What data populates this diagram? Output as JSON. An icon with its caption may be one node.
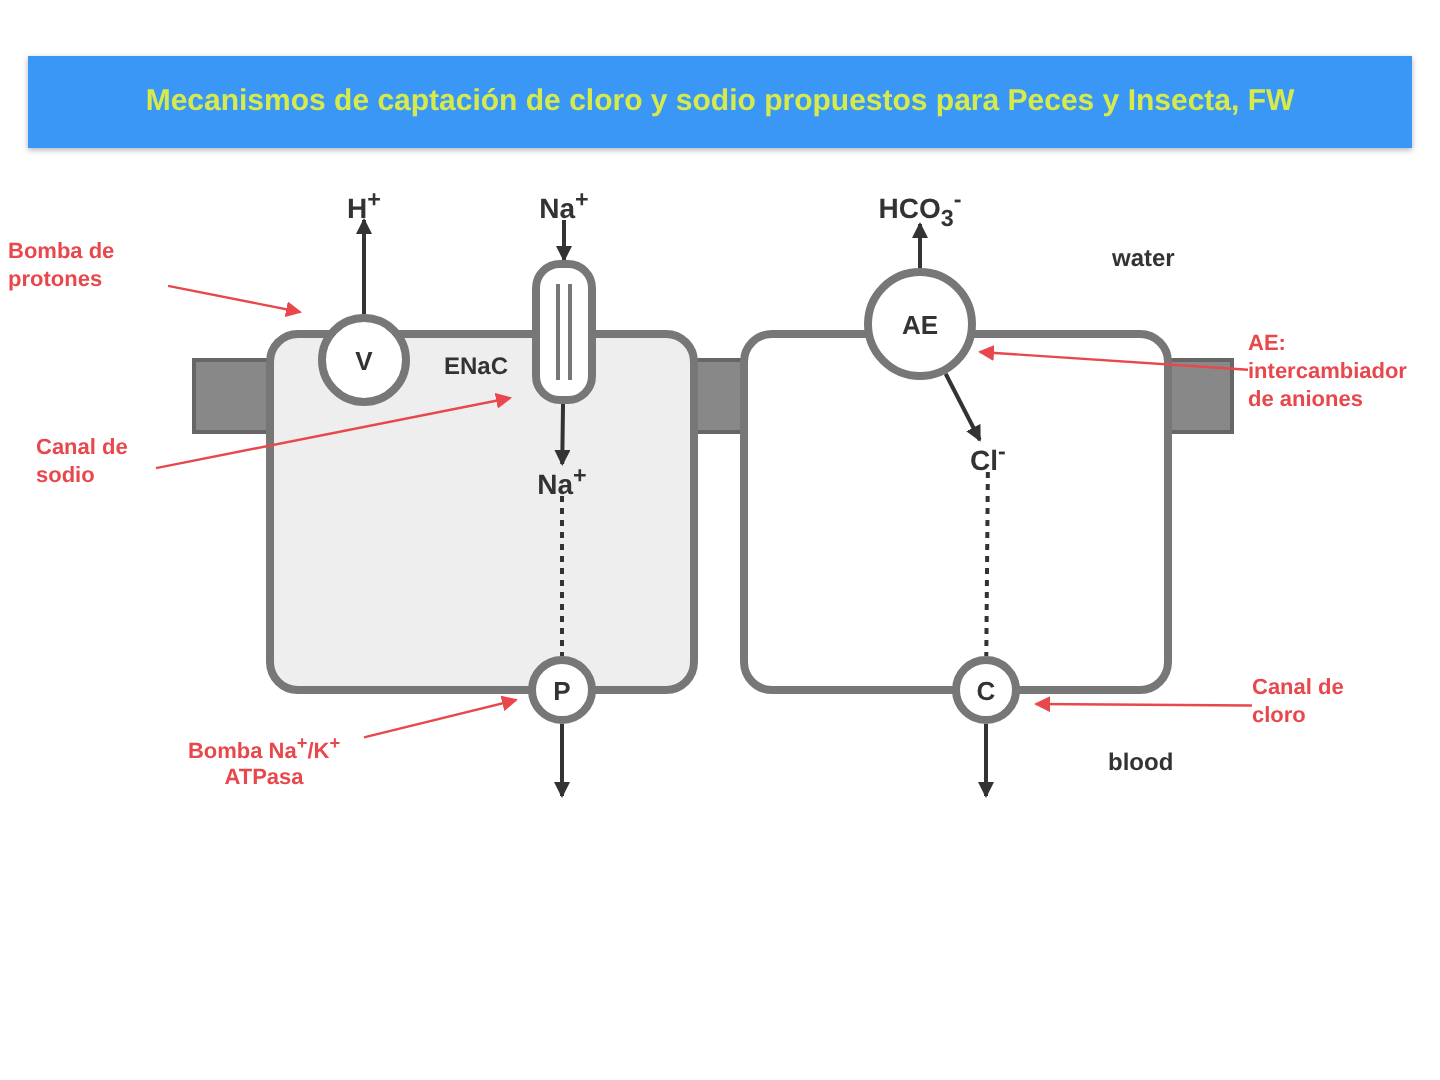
{
  "diagram": {
    "title": "Mecanismos de captación de cloro y sodio propuestos para Peces y Insecta, FW",
    "nodes": [
      {
        "text": [],
        "shape": "box"
      },
      {
        "text": [
          "V"
        ]
      },
      {
        "text": [],
        "shape": "oval"
      },
      {
        "text": [
          "P"
        ]
      },
      {
        "text": [],
        "shape": "box"
      },
      {
        "text": [
          "AE"
        ]
      },
      {
        "text": [
          "C"
        ]
      },
      {
        "text": [
          "H$^{+}$"
        ]
      },
      {
        "text": [
          "Na$^{+}$"
        ]
      },
      {
        "text": [
          "Na$^{+}$"
        ],
        "in": 0
      },
      {
        "text": [
          "HCO$_{3}$$^{-}$"
        ]
      },
      {
        "text": [
          "Cl$^{-}$"
        ],
        "in": 4
      },
      {
        "text": [
          "Bomba de protones"
        ]
      },
      {
        "text": [
          "Canal de sodio"
        ]
      },
      {
        "text": [
          "Bomba Na$^{+}$/K$^{+}$ ATPasa"
        ]
      },
      {
        "text": [
          "AE: intercambiador de aniones"
        ]
      },
      {
        "text": [
          "Canal de cloro"
        ]
      }
    ],
    "edges": [
      {
        "from": 1,
        "to": 7,
        "arrow": "to"
      },
      {
        "from": 8,
        "to": 2,
        "arrow": "to"
      },
      {
        "from": 2,
        "to": 9,
        "arrow": "to"
      },
      {
        "from": 9,
        "to": 3,
        "arrow": "none",
        "style": "dashed"
      },
      {
        "from": 3,
        "to": null,
        "arrow": "to"
      },
      {
        "from": 5,
        "to": 10,
        "arrow": "to"
      },
      {
        "from": 5,
        "to": 11,
        "arrow": "to"
      },
      {
        "from": 11,
        "to": 6,
        "arrow": "none",
        "style": "dashed"
      },
      {
        "from": 6,
        "to": null,
        "arrow": "to"
      },
      {
        "from": 12,
        "to": 1,
        "arrow": "to",
        "color": "#e8474c"
      },
      {
        "from": 13,
        "to": 2,
        "arrow": "to",
        "color": "#e8474c"
      },
      {
        "from": 14,
        "to": 3,
        "arrow": "to",
        "color": "#e8474c"
      },
      {
        "from": 15,
        "to": 5,
        "arrow": "to",
        "color": "#e8474c"
      },
      {
        "from": 16,
        "to": 6,
        "arrow": "to",
        "color": "#e8474c"
      }
    ],
    "labels": [
      "ENaC",
      "water",
      "blood"
    ]
  }
}
